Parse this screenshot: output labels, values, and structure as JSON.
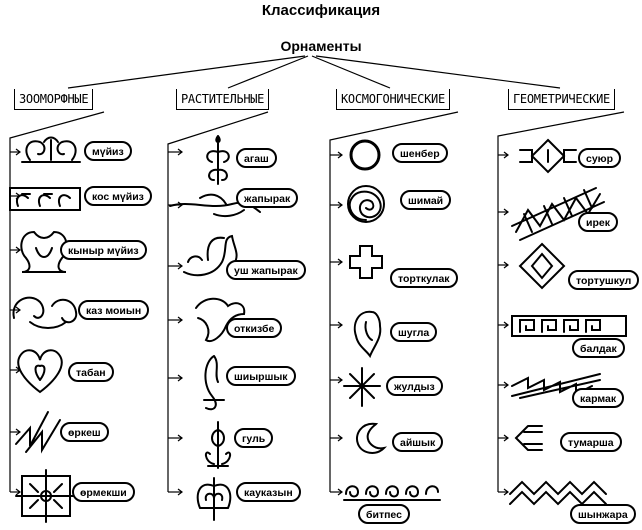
{
  "title": "Классификация",
  "root": "Орнаменты",
  "categories": [
    {
      "label": "зооморфные",
      "items": [
        "мүйиз",
        "кос мүйиз",
        "кыныр мүйиз",
        "каз моиын",
        "табан",
        "өркеш",
        "өрмекши"
      ]
    },
    {
      "label": "растительные",
      "items": [
        "агаш",
        "жапырак",
        "уш жапырак",
        "откизбе",
        "шиыршык",
        "гуль",
        "кауказын"
      ]
    },
    {
      "label": "космогонические",
      "items": [
        "шенбер",
        "шимай",
        "торткулак",
        "шугла",
        "жулдыз",
        "айшык",
        "битпес"
      ]
    },
    {
      "label": "геометрические",
      "items": [
        "суюр",
        "ирек",
        "тортушкул",
        "балдак",
        "кармак",
        "тумарша",
        "шынжара"
      ]
    }
  ]
}
